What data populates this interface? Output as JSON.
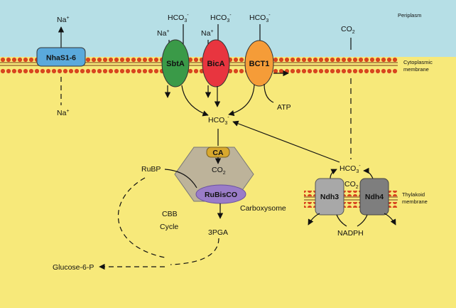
{
  "regions": {
    "periplasm": "Periplasm",
    "cytoplasmic_membrane": [
      "Cytoplasmic",
      "membrane"
    ],
    "thylakoid_membrane": [
      "Thylakoid",
      "membrane"
    ]
  },
  "proteins": {
    "nhas": "NhaS1-6",
    "sbta": "SbtA",
    "bica": "BicA",
    "bct1": "BCT1",
    "ndh3": "Ndh3",
    "ndh4": "Ndh4",
    "ca": "CA",
    "rubisco": "RuBisCO"
  },
  "ions": {
    "na": "Na",
    "na_charge": "+",
    "hco3": "HCO",
    "hco3_sub": "3",
    "hco3_charge": "-",
    "co2": "CO",
    "co2_sub": "2"
  },
  "metabolites": {
    "atp": "ATP",
    "nadph": "NADPH",
    "rubp": "RuBP",
    "pga": "3PGA",
    "glucose": "Glucose-6-P",
    "cbb": [
      "CBB",
      "Cycle"
    ],
    "carboxysome": "Carboxysome"
  },
  "colors": {
    "periplasm": "#b6dfe6",
    "cytoplasm": "#f7e97a",
    "lipid_head": "#d8451f",
    "nhas": "#5aa9dc",
    "sbta": "#3a9a48",
    "bica": "#e8353f",
    "bct1": "#f59c38",
    "ndh3": "#a8a8a8",
    "ndh4": "#7e7e7e",
    "carboxysome": "#bdb39a",
    "ca": "#d8a82e",
    "rubisco": "#9a7cc8"
  }
}
